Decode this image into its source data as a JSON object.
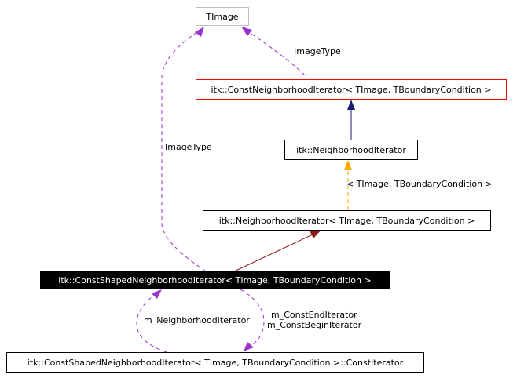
{
  "nodes": {
    "timage": "TImage",
    "const_neighborhood_iterator": "itk::ConstNeighborhoodIterator< TImage, TBoundaryCondition >",
    "neighborhood_iterator": "itk::NeighborhoodIterator",
    "neighborhood_iterator_template": "itk::NeighborhoodIterator< TImage, TBoundaryCondition >",
    "const_shaped_neighborhood_iterator": "itk::ConstShapedNeighborhoodIterator< TImage, TBoundaryCondition >",
    "const_iterator": "itk::ConstShapedNeighborhoodIterator< TImage, TBoundaryCondition >::ConstIterator"
  },
  "edge_labels": {
    "image_type_top": "ImageType",
    "image_type_left": "ImageType",
    "template_args": "< TImage, TBoundaryCondition >",
    "m_neighborhood_iterator": "m_NeighborhoodIterator",
    "m_const_end_iterator": "m_ConstEndIterator",
    "m_const_begin_iterator": "m_ConstBeginIterator"
  },
  "colors": {
    "inheritance_public": "#191970",
    "template_instance": "#ffa500",
    "inheritance_derived": "#8b1a1a",
    "usage_relation": "#9a32cd"
  }
}
